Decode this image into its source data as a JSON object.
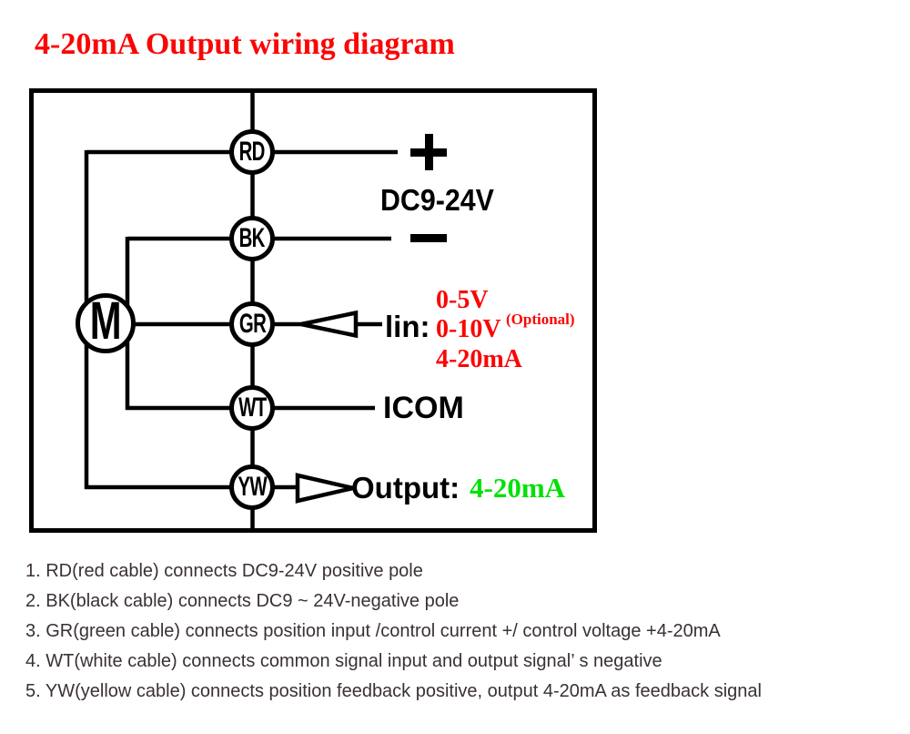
{
  "title": "4-20mA Output wiring diagram",
  "diagram": {
    "motor_label": "M",
    "terminals": [
      {
        "label": "RD"
      },
      {
        "label": "BK"
      },
      {
        "label": "GR"
      },
      {
        "label": "WT"
      },
      {
        "label": "YW"
      }
    ],
    "power": {
      "positive_symbol": "+",
      "voltage_label": "DC9-24V",
      "negative_symbol": "−"
    },
    "input": {
      "label": "lin:",
      "options": [
        "0-5V",
        "0-10V",
        "4-20mA"
      ],
      "optional_note": "(Optional)"
    },
    "icom_label": "ICOM",
    "output": {
      "label": "Output:",
      "value": "4-20mA"
    }
  },
  "notes": [
    "1. RD(red cable) connects DC9-24V positive pole",
    "2. BK(black cable) connects DC9 ~ 24V-negative pole",
    "3. GR(green cable) connects position input /control current +/ control voltage +4-20mA",
    "4. WT(white cable) connects common signal input and output signal’ s negative",
    "5. YW(yellow cable) connects position feedback positive, output 4-20mA as feedback signal"
  ],
  "colors": {
    "title_red": "#fb0505",
    "option_red": "#fb0505",
    "output_green": "#00e106",
    "wire_black": "#000000",
    "note_text": "#3a3132"
  }
}
